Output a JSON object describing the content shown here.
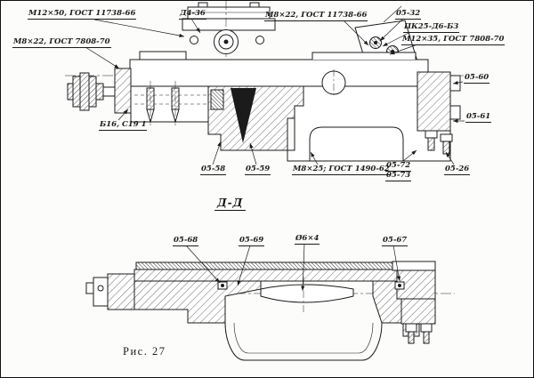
{
  "figure": {
    "caption": "Рис. 27",
    "section_label": "Д-Д"
  },
  "callouts": {
    "m12x50_gost11738": {
      "text": "М12×50, ГОСТ 11738-66"
    },
    "m8x22_gost7808": {
      "text": "М8×22, ГОСТ 7808-70"
    },
    "d4_36": {
      "text": "Д4-36"
    },
    "m8x22_gost11738": {
      "text": "М8×22, ГОСТ 11738-66"
    },
    "p05_32": {
      "text": "05-32"
    },
    "pk25_d6_b3": {
      "text": "ПК25-Д6-Б3"
    },
    "m12x35_gost7808": {
      "text": "М12×35, ГОСТ 7808-70"
    },
    "p05_60": {
      "text": "05-60"
    },
    "p05_61": {
      "text": "05-61"
    },
    "b16_s19": {
      "text": "Б16, С19 1"
    },
    "p05_58": {
      "text": "05-58"
    },
    "p05_59": {
      "text": "05-59"
    },
    "m8x25_gost1490": {
      "text": "М8×25; ГОСТ 1490-62"
    },
    "p05_72": {
      "text": "05-72"
    },
    "p05_73": {
      "text": "05-73"
    },
    "p05_26": {
      "text": "05-26"
    },
    "p05_68": {
      "text": "05-68"
    },
    "p05_69": {
      "text": "05-69"
    },
    "dia6x4": {
      "text": "Ø6×4"
    },
    "p05_67": {
      "text": "05-67"
    }
  }
}
